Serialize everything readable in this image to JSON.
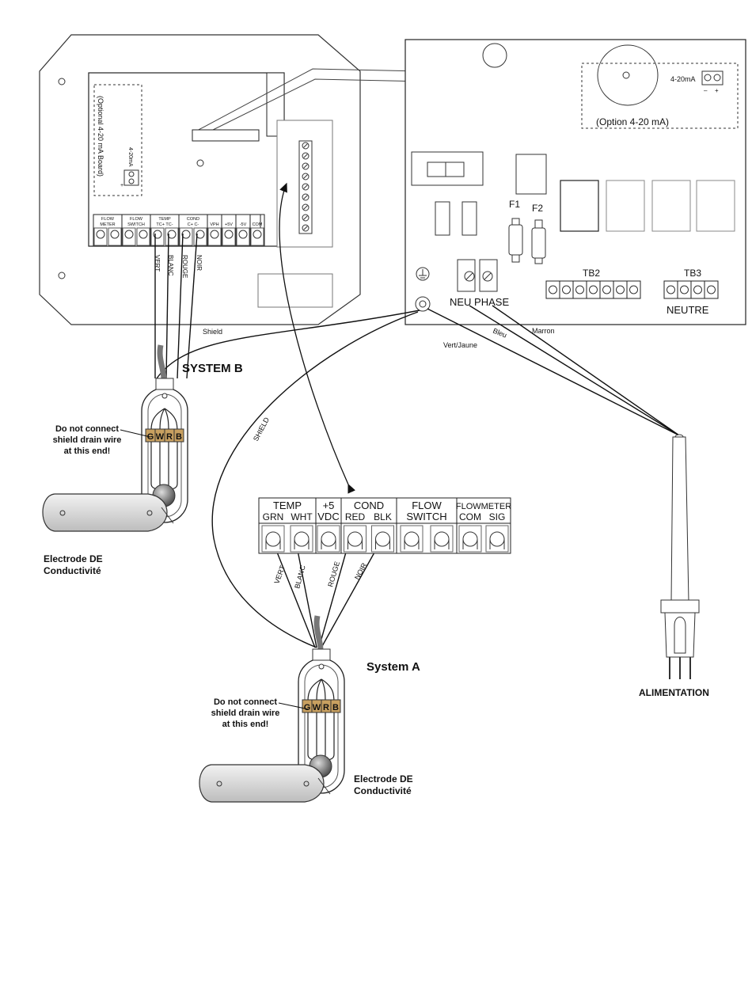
{
  "system_b": {
    "title": "SYSTEM B",
    "optional_board": "(Optional 4-20 mA Board)",
    "optional_board_terminal": "4-20mA",
    "plus": "+",
    "minus": "–",
    "term_groups": [
      {
        "top": "FLOW",
        "bottom": "METER"
      },
      {
        "top": "FLOW",
        "bottom": "SWITCH"
      },
      {
        "top": "TEMP",
        "bottom": "TC+  TC-"
      },
      {
        "top": "COND",
        "bottom": "C+   C-"
      },
      {
        "top": "",
        "bottom": "VPH"
      },
      {
        "top": "",
        "bottom": "+5V"
      },
      {
        "top": "",
        "bottom": "-5V"
      },
      {
        "top": "",
        "bottom": "COM"
      }
    ],
    "wires": [
      "VERT",
      "BLANC",
      "ROUGE",
      "NOIR"
    ],
    "shield_label": "Shield",
    "note": [
      "Do not connect",
      "shield drain wire",
      "at this end!"
    ],
    "electrode": [
      "Electrode DE",
      "Conductivité"
    ],
    "gwrb": [
      "G",
      "W",
      "R",
      "B"
    ]
  },
  "power_board": {
    "option_label": "(Option 4-20 mA)",
    "option_terminal": "4-20mA",
    "plus": "+",
    "minus": "–",
    "f1": "F1",
    "f2": "F2",
    "tb2": "TB2",
    "tb3": "TB3",
    "neu_phase": "NEU PHASE",
    "neutre": "NEUTRE",
    "wires": {
      "bleu": "Bleu",
      "marron": "Marron",
      "vert_jaune": "Vert/Jaune"
    }
  },
  "terminal_strip": {
    "groups": [
      {
        "top": "TEMP",
        "subs": [
          "GRN",
          "WHT"
        ]
      },
      {
        "top": "+5",
        "subs": [
          "VDC"
        ]
      },
      {
        "top": "COND",
        "subs": [
          "RED",
          "BLK"
        ]
      },
      {
        "top": "FLOW",
        "subs": [
          "SWITCH"
        ]
      },
      {
        "top": "FLOWMETER",
        "subs": [
          "COM",
          "SIG"
        ]
      }
    ],
    "wires": [
      "VERT",
      "BLANC",
      "ROUGE",
      "NOIR"
    ]
  },
  "system_a": {
    "title": "System  A",
    "shield_label": "SHIELD",
    "note": [
      "Do not connect",
      "shield drain wire",
      "at this end!"
    ],
    "electrode": [
      "Electrode DE",
      "Conductivité"
    ],
    "gwrb": [
      "G",
      "W",
      "R",
      "B"
    ]
  },
  "power_cord": {
    "label": "ALIMENTATION"
  }
}
